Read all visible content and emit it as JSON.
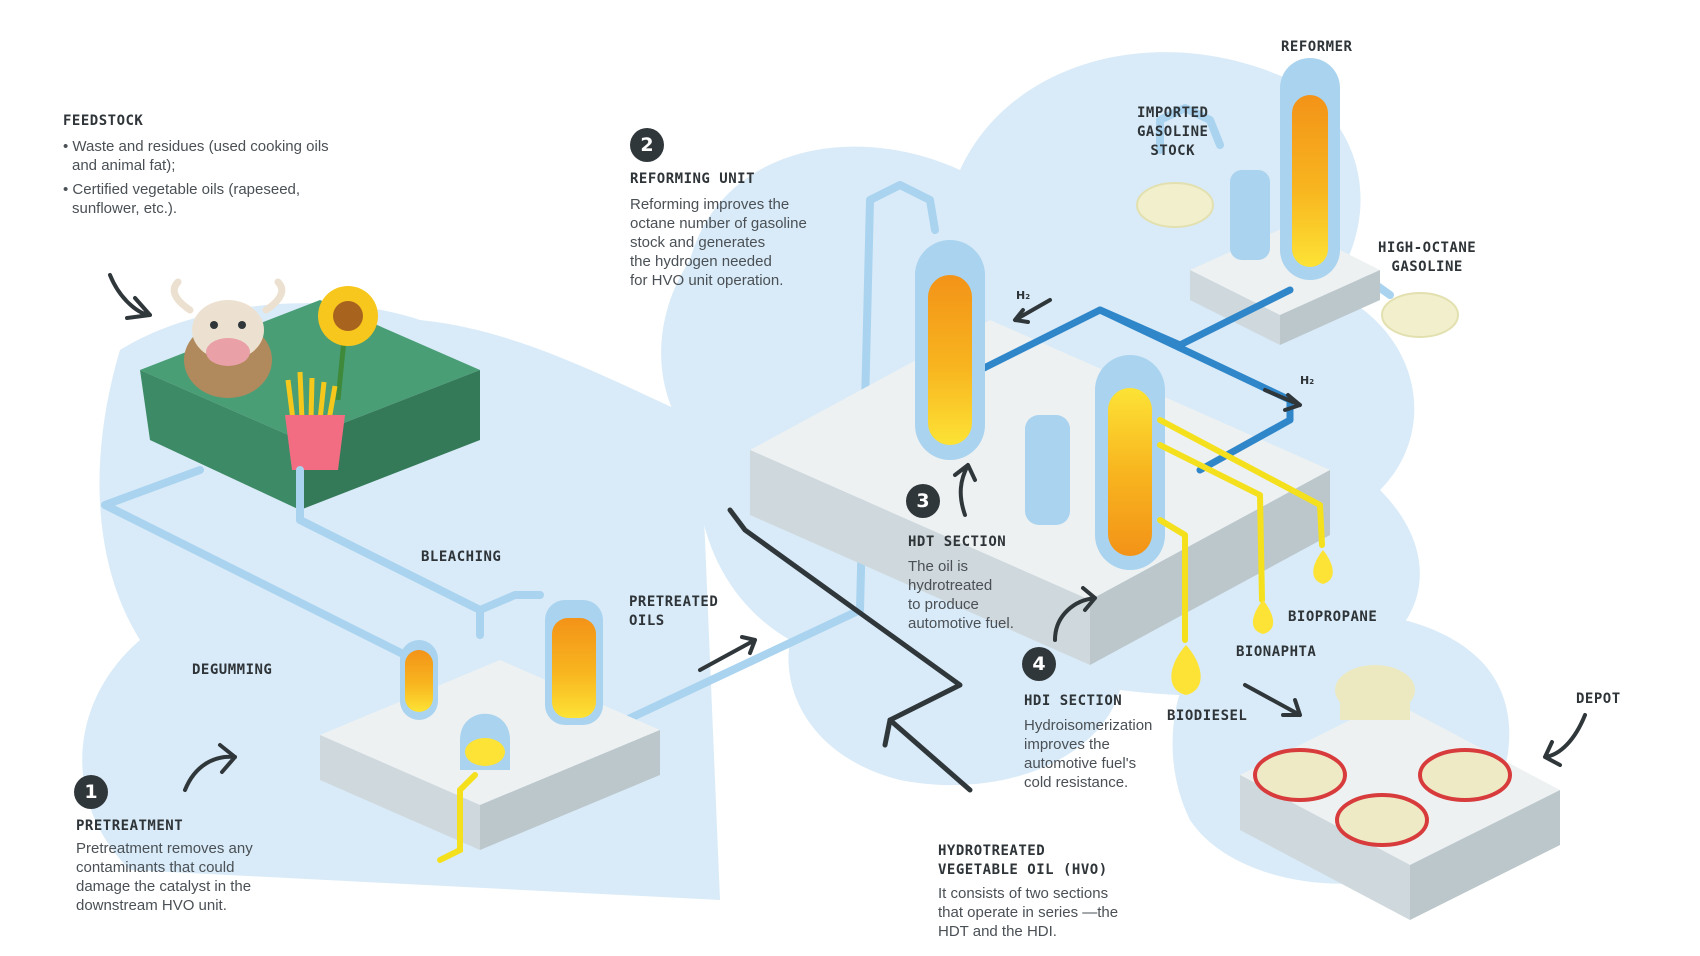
{
  "feedstock": {
    "title": "FEEDSTOCK",
    "items": [
      "Waste and residues (used cooking oils and animal fat);",
      "Certified vegetable oils (rapeseed, sunflower, etc.)."
    ]
  },
  "step1": {
    "number": "1",
    "title": "PRETREATMENT",
    "body": [
      "Pretreatment removes any",
      "contaminants that could",
      "damage the catalyst in the",
      "downstream HVO unit."
    ]
  },
  "step2": {
    "number": "2",
    "title": "REFORMING UNIT",
    "body": [
      "Reforming improves the",
      "octane number of gasoline",
      "stock and generates",
      "the hydrogen needed",
      "for HVO unit operation."
    ]
  },
  "step3": {
    "number": "3",
    "title": "HDT SECTION",
    "body": [
      "The oil is",
      "hydrotreated",
      "to produce",
      "automotive fuel."
    ]
  },
  "step4": {
    "number": "4",
    "title": "HDI SECTION",
    "body": [
      "Hydroisomerization",
      "improves the",
      "automotive fuel's",
      "cold resistance."
    ]
  },
  "hvo": {
    "title_lines": [
      "HYDROTREATED",
      "VEGETABLE OIL (HVO)"
    ],
    "body": [
      "It consists of two sections",
      "that operate in series —the",
      "HDT and the HDI."
    ]
  },
  "labels": {
    "bleaching": "BLEACHING",
    "degumming": "DEGUMMING",
    "pretreated_oils": [
      "PRETREATED",
      "OILS"
    ],
    "reformer": "REFORMER",
    "imported_gasoline": [
      "IMPORTED",
      "GASOLINE",
      "STOCK"
    ],
    "high_octane": [
      "HIGH-OCTANE",
      "GASOLINE"
    ],
    "biopropane": "BIOPROPANE",
    "bionaphta": "BIONAPHTA",
    "biodiesel": "BIODIESEL",
    "depot": "DEPOT",
    "h2_main": "H",
    "h2_sub": "2"
  },
  "colors": {
    "cloud": "#d9ebf8",
    "platform": "#e7ecee",
    "pipe_light": "#a9d3ef",
    "pipe_blue": "#2f86c9",
    "pipe_yellow": "#f4e01c",
    "orange": "#f4a01a",
    "yellow": "#fde335",
    "grass": "#4a9e76",
    "depot_red": "#d83b3b",
    "dark": "#30373b"
  }
}
